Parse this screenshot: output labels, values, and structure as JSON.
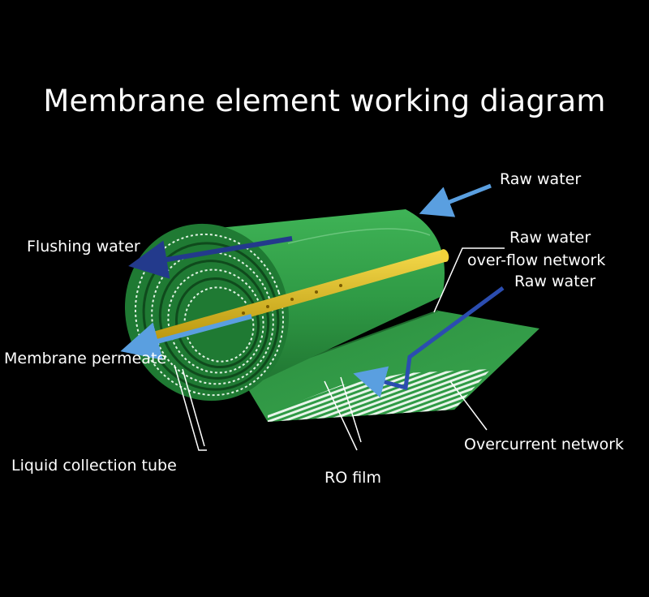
{
  "title": "Membrane element working diagram",
  "labels": {
    "raw_water_top": "Raw water",
    "flushing_water": "Flushing water",
    "raw_water_network_line1": "Raw water",
    "raw_water_network_line2": "over-flow network",
    "raw_water_mid": "Raw water",
    "membrane_permeate": "Membrane permeate",
    "overcurrent_network": "Overcurrent network",
    "liquid_collection_tube": "Liquid collection tube",
    "ro_film": "RO film"
  },
  "colors": {
    "background": "#000000",
    "membrane_green": "#2f9a45",
    "tube_yellow": "#e6c21c",
    "flow_blue": "#4d8fd0",
    "text": "#ffffff"
  }
}
